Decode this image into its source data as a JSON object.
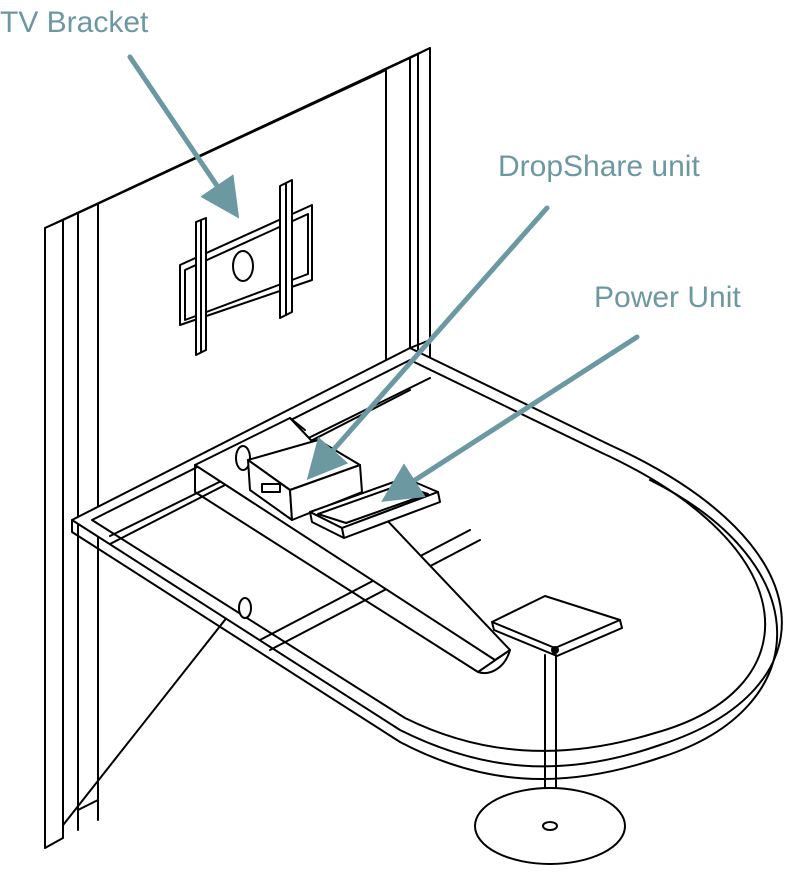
{
  "labels": {
    "tv_bracket": "TV Bracket",
    "dropshare_unit": "DropShare unit",
    "power_unit": "Power Unit"
  },
  "colors": {
    "callout": "#6c98a2",
    "line": "#000000",
    "background": "#ffffff"
  }
}
